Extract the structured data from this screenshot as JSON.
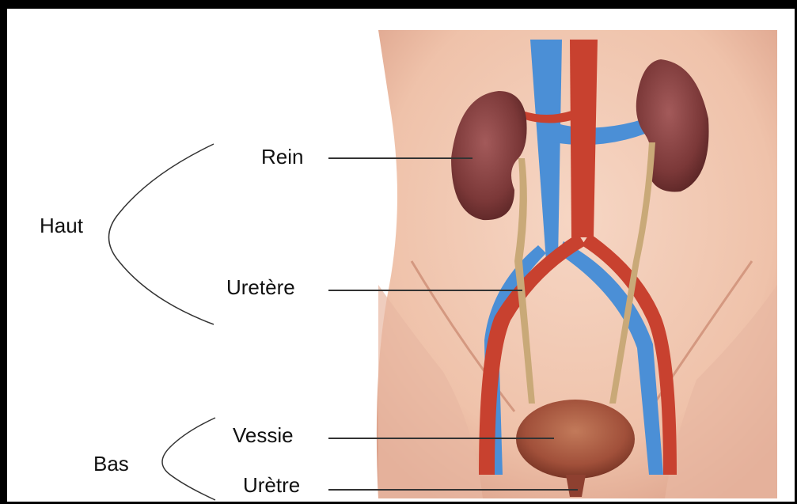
{
  "diagram": {
    "groups": [
      {
        "id": "haut",
        "label": "Haut"
      },
      {
        "id": "bas",
        "label": "Bas"
      }
    ],
    "labels": [
      {
        "id": "rein",
        "text": "Rein",
        "group": "haut"
      },
      {
        "id": "uretere",
        "text": "Uretère",
        "group": "haut"
      },
      {
        "id": "vessie",
        "text": "Vessie",
        "group": "bas"
      },
      {
        "id": "uretre",
        "text": "Urètre",
        "group": "bas"
      }
    ],
    "colors": {
      "skin": "#f0c6b0",
      "skin_shadow": "#dea48e",
      "vein": "#4b8fd6",
      "artery": "#c8412f",
      "kidney": "#7e3a3a",
      "bladder": "#a4543a",
      "ureter": "#c9a978"
    }
  }
}
